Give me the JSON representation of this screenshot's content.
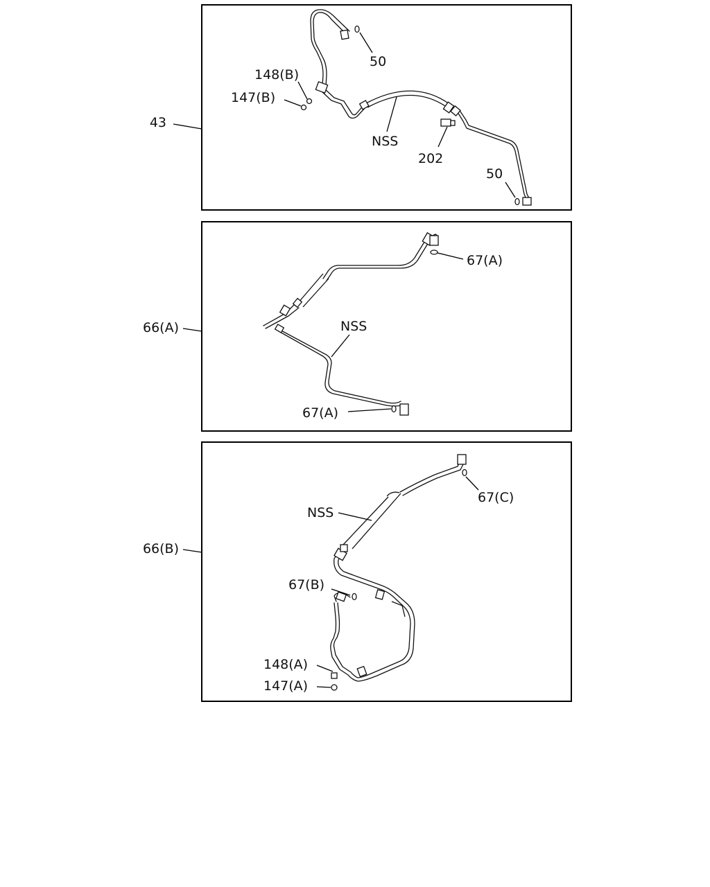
{
  "panels": [
    {
      "ref": "43",
      "callouts": [
        "50",
        "148(B)",
        "147(B)",
        "NSS",
        "202",
        "50"
      ]
    },
    {
      "ref": "66(A)",
      "callouts": [
        "67(A)",
        "NSS",
        "67(A)"
      ]
    },
    {
      "ref": "66(B)",
      "callouts": [
        "NSS",
        "67(C)",
        "67(B)",
        "148(A)",
        "147(A)"
      ]
    }
  ]
}
